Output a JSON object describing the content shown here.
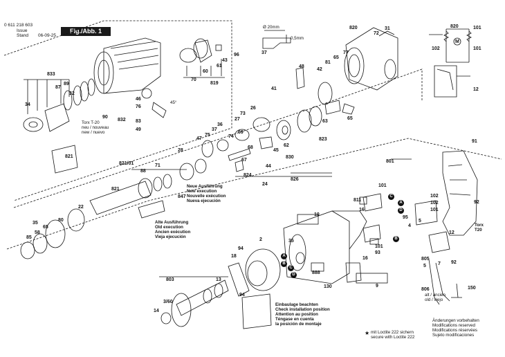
{
  "header": {
    "part_number": "0 611 218 603",
    "issue_label": "Issue",
    "issue_value": "",
    "stand_label": "Stand",
    "date": "06-09-25",
    "figure": "Fig./Abb. 1"
  },
  "notes": {
    "torx_top": "Torx T-20\nneu / nouveau\nnew / nuevo",
    "new_execution": "Neue Ausführung\nNew execution\nNouvelle exécution\nNueva ejecución",
    "old_execution": "Alte Ausführung\nOld execution\nAncien exécution\nVieja ejecución",
    "install_position": "Einbaulage beachten\nCheck installation position\nAttention au position\nTéngase en cuenta\nla posición de montaje",
    "loctite": "mit Loctite 222 sichern\nsecure with Loctite 222",
    "modifications": "Änderungen vorbehalten\nModifications reserved\nModifications réservées\nSujeto modificaciones",
    "alt_old": "alt / ancien\nold / viejo",
    "torx_t20": "Torx\nT20",
    "dim_20": "Ø 20mm",
    "dim_05": "0,5mm",
    "angle": "45°"
  },
  "part_labels": [
    {
      "id": "p833",
      "text": "833"
    },
    {
      "id": "p87",
      "text": "87"
    },
    {
      "id": "p89",
      "text": "89"
    },
    {
      "id": "p32",
      "text": "32"
    },
    {
      "id": "p34",
      "text": "34"
    },
    {
      "id": "p90",
      "text": "90"
    },
    {
      "id": "p46",
      "text": "46"
    },
    {
      "id": "p76",
      "text": "76"
    },
    {
      "id": "p832",
      "text": "832"
    },
    {
      "id": "p83",
      "text": "83"
    },
    {
      "id": "p49",
      "text": "49"
    },
    {
      "id": "p70",
      "text": "70"
    },
    {
      "id": "p60",
      "text": "60"
    },
    {
      "id": "p61",
      "text": "61"
    },
    {
      "id": "p43",
      "text": "43"
    },
    {
      "id": "p96",
      "text": "96"
    },
    {
      "id": "p819",
      "text": "819"
    },
    {
      "id": "p37",
      "text": "37"
    },
    {
      "id": "p820",
      "text": "820"
    },
    {
      "id": "p72",
      "text": "72"
    },
    {
      "id": "p31",
      "text": "31"
    },
    {
      "id": "p48",
      "text": "48"
    },
    {
      "id": "p42",
      "text": "42"
    },
    {
      "id": "p81",
      "text": "81"
    },
    {
      "id": "p65",
      "text": "65"
    },
    {
      "id": "p77",
      "text": "77"
    },
    {
      "id": "p41",
      "text": "41"
    },
    {
      "id": "p26",
      "text": "26"
    },
    {
      "id": "p73",
      "text": "73"
    },
    {
      "id": "p27",
      "text": "27"
    },
    {
      "id": "p69",
      "text": "69"
    },
    {
      "id": "p74",
      "text": "74"
    },
    {
      "id": "p63",
      "text": "63"
    },
    {
      "id": "p65b",
      "text": "65"
    },
    {
      "id": "p36",
      "text": "36"
    },
    {
      "id": "p37b",
      "text": "37"
    },
    {
      "id": "p75",
      "text": "75"
    },
    {
      "id": "p47",
      "text": "47"
    },
    {
      "id": "p68",
      "text": "68"
    },
    {
      "id": "p62",
      "text": "62"
    },
    {
      "id": "p823",
      "text": "823"
    },
    {
      "id": "p28",
      "text": "28"
    },
    {
      "id": "p45",
      "text": "45"
    },
    {
      "id": "p67",
      "text": "67"
    },
    {
      "id": "p830",
      "text": "830"
    },
    {
      "id": "p821",
      "text": "821"
    },
    {
      "id": "p82101",
      "text": "821/01"
    },
    {
      "id": "p88",
      "text": "88"
    },
    {
      "id": "p71",
      "text": "71"
    },
    {
      "id": "p44",
      "text": "44"
    },
    {
      "id": "p824",
      "text": "824"
    },
    {
      "id": "p826",
      "text": "826"
    },
    {
      "id": "p24",
      "text": "24"
    },
    {
      "id": "p847",
      "text": "847"
    },
    {
      "id": "p821b",
      "text": "821"
    },
    {
      "id": "p22",
      "text": "22"
    },
    {
      "id": "p80",
      "text": "80"
    },
    {
      "id": "p35",
      "text": "35"
    },
    {
      "id": "p65c",
      "text": "65"
    },
    {
      "id": "p85",
      "text": "85"
    },
    {
      "id": "p58",
      "text": "58"
    },
    {
      "id": "p91",
      "text": "91"
    },
    {
      "id": "p801",
      "text": "801"
    },
    {
      "id": "p101",
      "text": "101"
    },
    {
      "id": "p102",
      "text": "102"
    },
    {
      "id": "p10",
      "text": "10"
    },
    {
      "id": "p811",
      "text": "811"
    },
    {
      "id": "p16",
      "text": "16"
    },
    {
      "id": "p95",
      "text": "95"
    },
    {
      "id": "p4",
      "text": "4"
    },
    {
      "id": "p5",
      "text": "5"
    },
    {
      "id": "p102b",
      "text": "102"
    },
    {
      "id": "p101b",
      "text": "101"
    },
    {
      "id": "p12",
      "text": "12"
    },
    {
      "id": "p92",
      "text": "92"
    },
    {
      "id": "p2",
      "text": "2"
    },
    {
      "id": "p35b",
      "text": "35"
    },
    {
      "id": "p94",
      "text": "94"
    },
    {
      "id": "p18",
      "text": "18"
    },
    {
      "id": "p93",
      "text": "93"
    },
    {
      "id": "p16b",
      "text": "16"
    },
    {
      "id": "p101c",
      "text": "101"
    },
    {
      "id": "p805",
      "text": "805"
    },
    {
      "id": "p5b",
      "text": "5"
    },
    {
      "id": "p7",
      "text": "7"
    },
    {
      "id": "p92b",
      "text": "92"
    },
    {
      "id": "p888",
      "text": "888"
    },
    {
      "id": "p130",
      "text": "130"
    },
    {
      "id": "p9",
      "text": "9"
    },
    {
      "id": "p94b",
      "text": "94"
    },
    {
      "id": "p803",
      "text": "803"
    },
    {
      "id": "p13",
      "text": "13"
    },
    {
      "id": "p360",
      "text": "3/60"
    },
    {
      "id": "p14",
      "text": "14"
    },
    {
      "id": "p806",
      "text": "806"
    },
    {
      "id": "p150",
      "text": "150"
    },
    {
      "id": "p820top",
      "text": "820"
    },
    {
      "id": "p101top",
      "text": "101"
    },
    {
      "id": "p102top",
      "text": "102"
    },
    {
      "id": "p101top2",
      "text": "101"
    },
    {
      "id": "p12top",
      "text": "12"
    },
    {
      "id": "pM",
      "text": "M"
    }
  ],
  "connectors": [
    "A",
    "B",
    "C",
    "D",
    "A",
    "B",
    "C",
    "D"
  ]
}
